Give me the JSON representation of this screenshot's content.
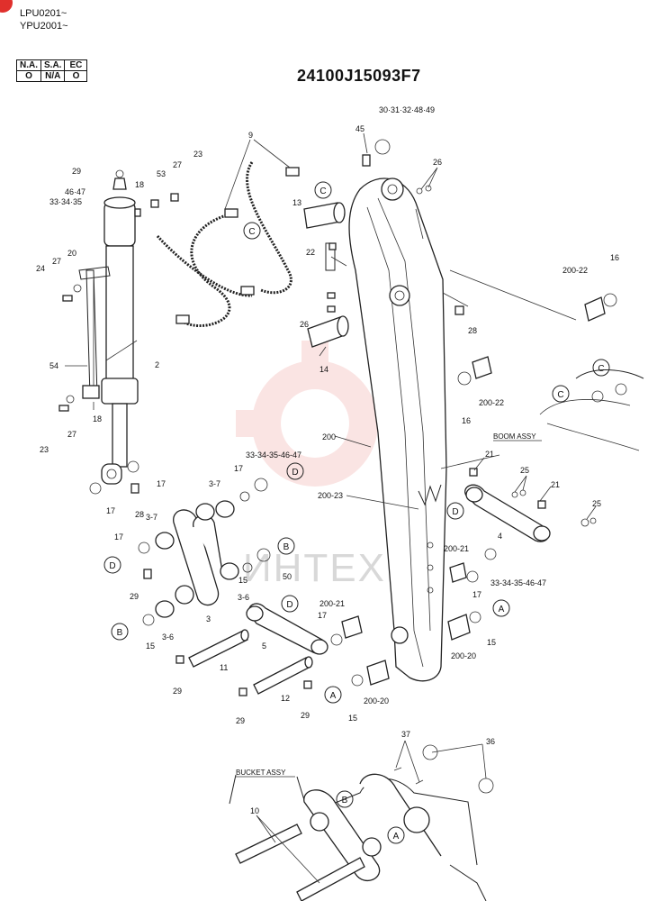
{
  "header": {
    "serials": [
      "LPU0201~",
      "YPU2001~"
    ],
    "applicability": {
      "headers": [
        "N.A.",
        "S.A.",
        "EC"
      ],
      "values": [
        "O",
        "N/A",
        "O"
      ]
    },
    "part_number": "24100J15093F7"
  },
  "watermark": "ИНТЕХ",
  "captions": {
    "boom_assy": "BOOM ASSY",
    "bucket_assy": "BUCKET ASSY"
  },
  "labels": {
    "l30": "30·31·32·48·49",
    "l45": "45",
    "l9": "9",
    "l26a": "26",
    "l23a": "23",
    "l27a": "27",
    "l53": "53",
    "l18a": "18",
    "l29a": "29",
    "l4647": "46·47",
    "l333435": "33·34·35",
    "l13": "13",
    "l22": "22",
    "l20": "20",
    "l24": "24",
    "l27b": "27",
    "l2": "2",
    "l54": "54",
    "l23b": "23",
    "l27c": "27",
    "l18b": "18",
    "l26b": "26",
    "l14": "14",
    "l28a": "28",
    "l20022a": "200-22",
    "l16a": "16",
    "l20022b": "200-22",
    "l16b": "16",
    "l200": "200",
    "l17a": "17",
    "l17b": "17",
    "l3347": "33-34-35-46-47",
    "l37a": "3-7",
    "l17c": "17",
    "l28b": "28",
    "l37b": "3-7",
    "l17d": "17",
    "l29b": "29",
    "l15a": "15",
    "l50": "50",
    "l36a": "3-6",
    "l3": "3",
    "l15b": "15",
    "l36b": "3-6",
    "l20023": "200-23",
    "l21a": "21",
    "l25a": "25",
    "l21b": "21",
    "l4": "4",
    "l25b": "25",
    "l20021a": "200-21",
    "l17e": "17",
    "l33347b": "33-34-35-46-47",
    "l5": "5",
    "l20021b": "200-21",
    "l17f": "17",
    "l11": "11",
    "l29c": "29",
    "l12": "12",
    "l29d": "29",
    "l15c": "15",
    "l20020a": "200-20",
    "l15d": "15",
    "l20020b": "200-20",
    "l29e": "29",
    "l37": "37",
    "l36": "36",
    "l10": "10"
  },
  "callouts": {
    "c1": "C",
    "c2": "C",
    "c3": "C",
    "c4": "C",
    "d1": "D",
    "d2": "D",
    "d3": "D",
    "d4": "D",
    "b1": "B",
    "b2": "B",
    "b3": "B",
    "a1": "A",
    "a2": "A",
    "a3": "A"
  }
}
